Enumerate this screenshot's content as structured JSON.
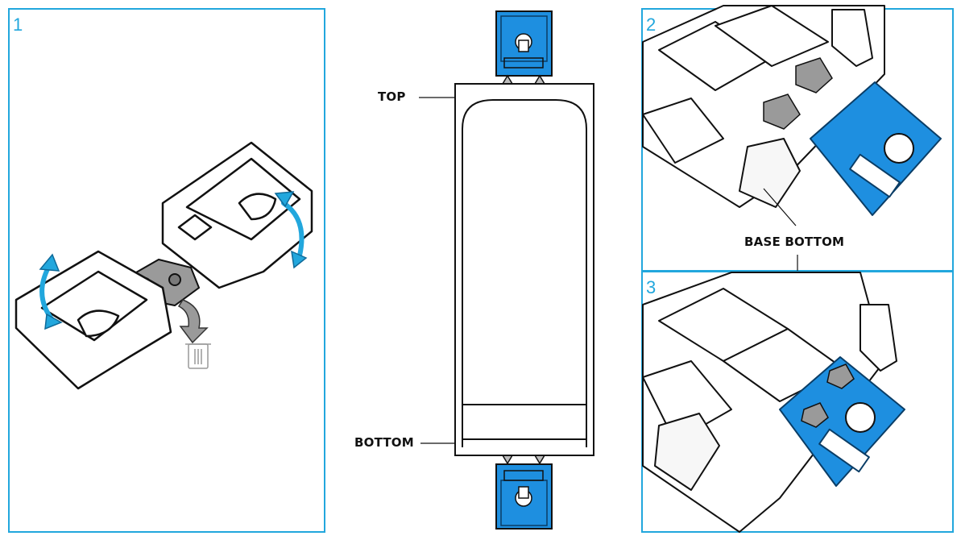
{
  "panels": [
    {
      "number": "1"
    },
    {
      "number": "2"
    },
    {
      "number": "3"
    }
  ],
  "labels": {
    "top": "TOP",
    "bottom": "BOTTOM",
    "base_bottom": "BASE BOTTOM"
  },
  "colors": {
    "accent": "#22a7dd",
    "clip_blue": "#1e8fe0",
    "clip_gray": "#9a9a9a",
    "outline": "#111111"
  },
  "icons": [
    "rotate-arrow-icon",
    "down-arrow-icon",
    "trash-icon"
  ]
}
